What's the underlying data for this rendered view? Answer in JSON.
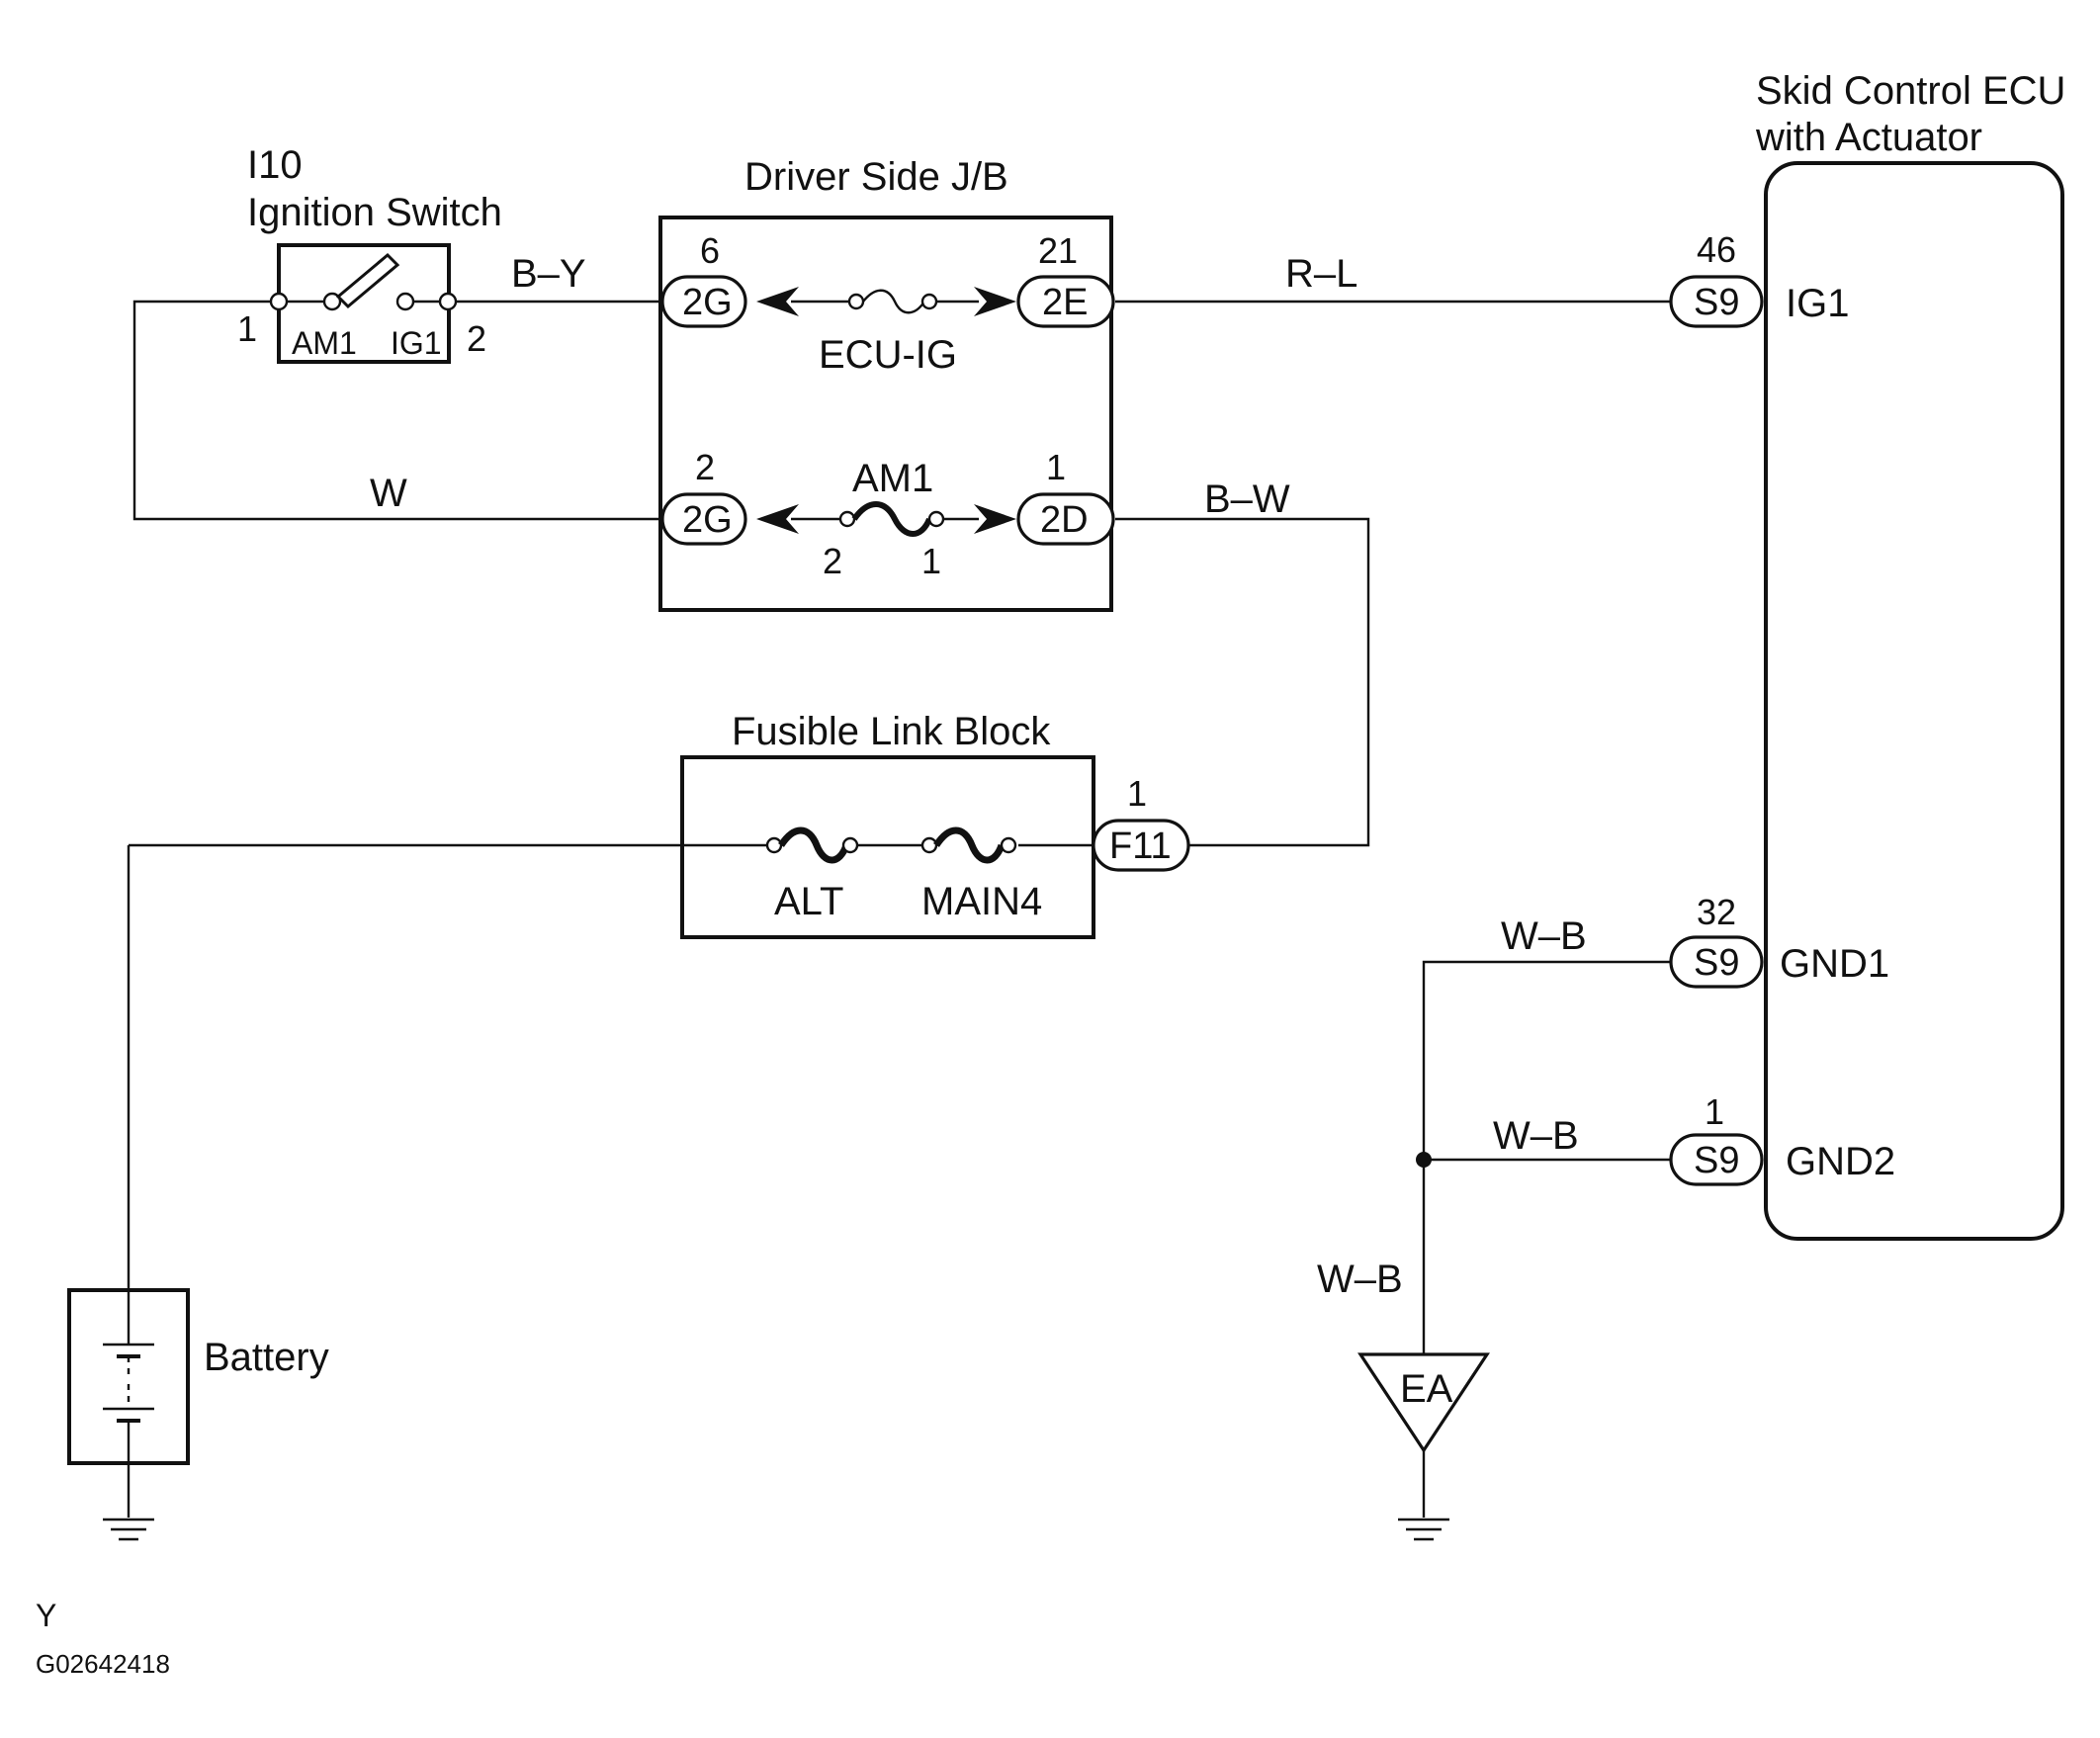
{
  "ignition_switch": {
    "id": "I10",
    "name": "Ignition Switch",
    "contact_am1": "AM1",
    "contact_ig1": "IG1",
    "pin_left": "1",
    "pin_right": "2"
  },
  "junction_block": {
    "name": "Driver Side J/B",
    "top_left_connector": "2G",
    "top_left_pin": "6",
    "top_right_connector": "2E",
    "top_right_pin": "21",
    "top_fuse": "ECU-IG",
    "bottom_left_connector": "2G",
    "bottom_left_pin": "2",
    "bottom_right_connector": "2D",
    "bottom_right_pin": "1",
    "bottom_fuse": "AM1",
    "bottom_fuse_pin_left": "2",
    "bottom_fuse_pin_right": "1"
  },
  "fusible_link_block": {
    "name": "Fusible Link Block",
    "fuse_1": "ALT",
    "fuse_2": "MAIN4",
    "connector": "F11",
    "connector_pin": "1"
  },
  "ecu": {
    "name_line1": "Skid Control ECU",
    "name_line2": "with Actuator",
    "terminals": [
      {
        "pin": "46",
        "connector": "S9",
        "name": "IG1"
      },
      {
        "pin": "32",
        "connector": "S9",
        "name": "GND1"
      },
      {
        "pin": "1",
        "connector": "S9",
        "name": "GND2"
      }
    ]
  },
  "wires": {
    "ig_to_jb": "B–Y",
    "jb_to_ecu": "R–L",
    "ig_to_jb_am1": "W",
    "jb_to_fl": "B–W",
    "gnd1": "W–B",
    "gnd2": "W–B",
    "to_ground": "W–B"
  },
  "battery": {
    "label": "Battery"
  },
  "ground_point": {
    "label": "EA"
  },
  "footer": {
    "marker": "Y",
    "code": "G02642418"
  }
}
